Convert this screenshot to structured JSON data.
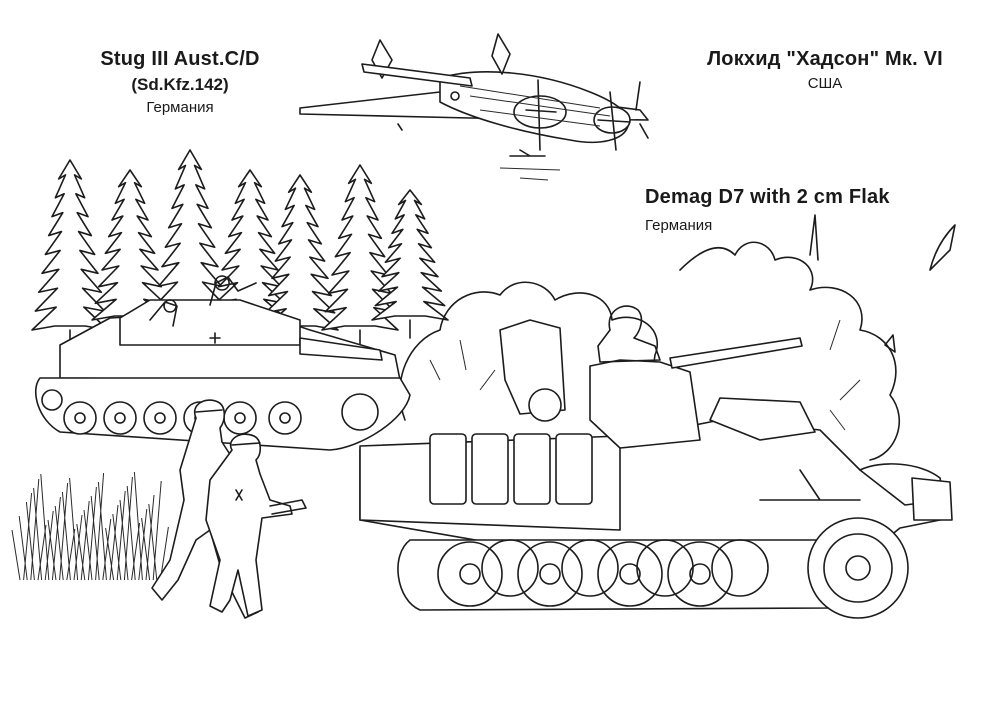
{
  "captions": {
    "stug": {
      "name": "Stug III Aust.C/D",
      "designation": "(Sd.Kfz.142)",
      "country": "Германия"
    },
    "hudson": {
      "name": "Локхид \"Хадсон\" Мк. VI",
      "country": "США"
    },
    "demag": {
      "name": "Demag D7 with 2 cm Flak",
      "country": "Германия"
    }
  },
  "palette": {
    "line": "#1c1c1c",
    "paper": "#ffffff"
  }
}
